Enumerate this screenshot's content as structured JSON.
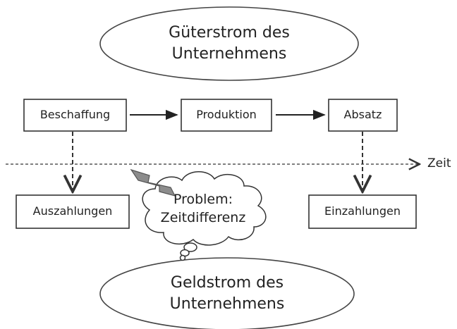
{
  "top_oval": {
    "line1": "Güterstrom des",
    "line2": "Unternehmens"
  },
  "bottom_oval": {
    "line1": "Geldstrom des",
    "line2": "Unternehmens"
  },
  "process": {
    "procurement": "Beschaffung",
    "production": "Produktion",
    "sales": "Absatz"
  },
  "payments": {
    "outflow": "Auszahlungen",
    "inflow": "Einzahlungen"
  },
  "timeline": {
    "label": "Zeit"
  },
  "problem": {
    "line1": "Problem:",
    "line2": "Zeitdifferenz"
  },
  "colors": {
    "stroke": "#333333",
    "lightning_fill": "#8c8c8c",
    "lightning_stroke": "#555555",
    "background": "#ffffff"
  },
  "icons": {
    "lightning": "lightning-bolt-icon",
    "thought_cloud": "thought-cloud-icon"
  }
}
